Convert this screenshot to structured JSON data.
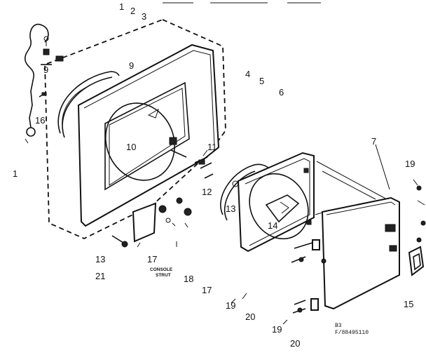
{
  "callouts": {
    "c1": "1",
    "c2": "2",
    "c3": "3",
    "c1a": "1",
    "c4": "4",
    "c5": "5",
    "c6": "6",
    "c7": "7",
    "c9a": "9",
    "c9b": "9",
    "c10": "10",
    "c11": "11",
    "c12": "12",
    "c13a": "13",
    "c13b": "13",
    "c14": "14",
    "c15": "15",
    "c16": "16",
    "c17a": "17",
    "c17b": "17",
    "c18": "18",
    "c19a": "19",
    "c19b": "19",
    "c19c": "19",
    "c20a": "20",
    "c20b": "20",
    "c21": "21"
  },
  "console_strut_label": [
    "CONSOLE",
    "STRUT"
  ],
  "drawing_code": [
    "B3",
    "F/88495110"
  ]
}
